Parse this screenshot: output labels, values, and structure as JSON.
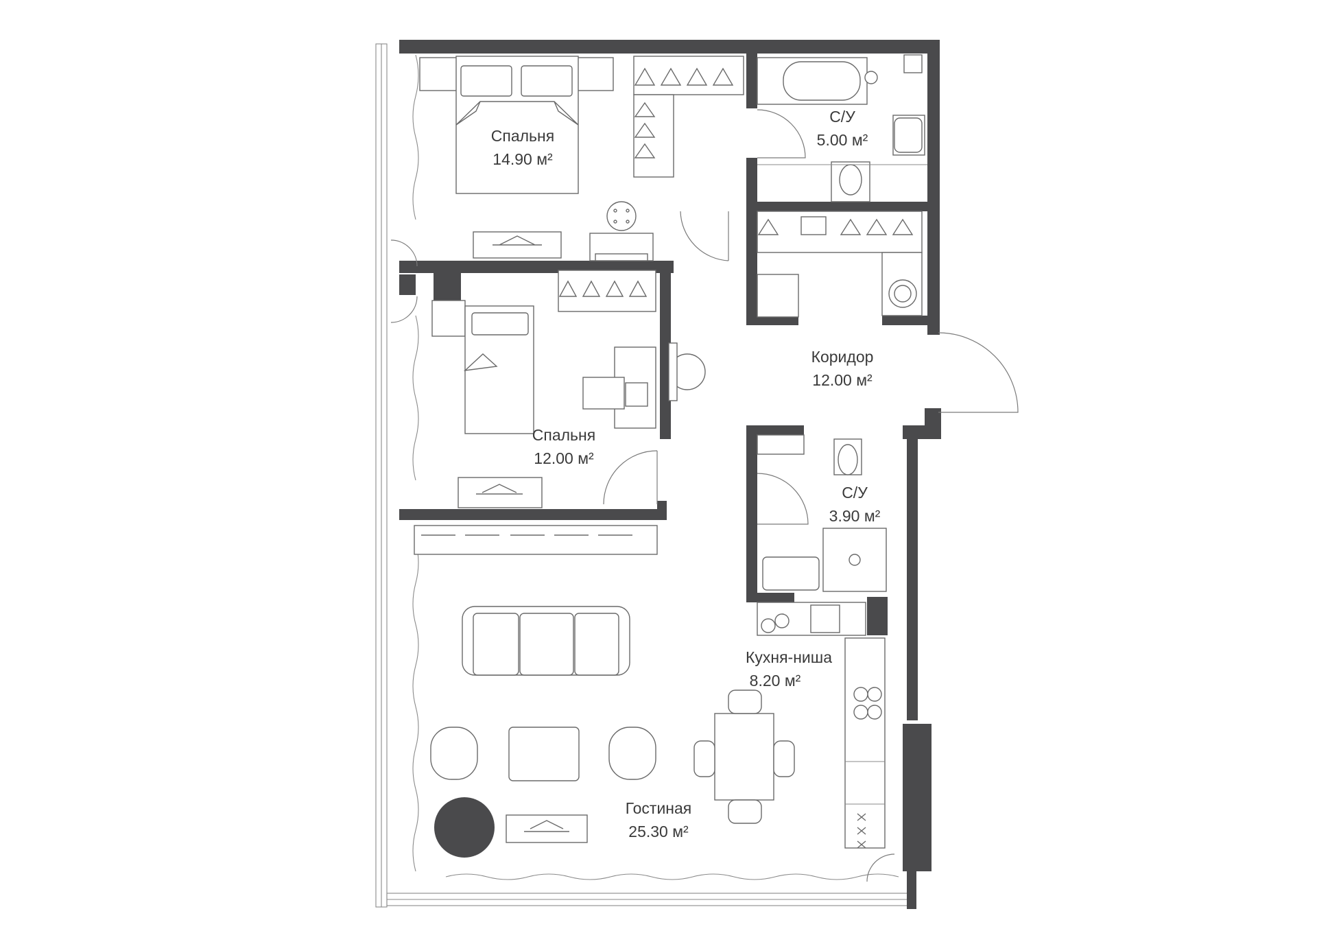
{
  "colors": {
    "wall": "#4a4a4c",
    "line": "#6a6a6a",
    "background": "#ffffff"
  },
  "rooms": {
    "bedroom1": {
      "label": "Спальня",
      "area": "14.90 м²"
    },
    "bathroom1": {
      "label": "С/У",
      "area": "5.00 м²"
    },
    "corridor": {
      "label": "Коридор",
      "area": "12.00 м²"
    },
    "bedroom2": {
      "label": "Спальня",
      "area": "12.00 м²"
    },
    "bathroom2": {
      "label": "С/У",
      "area": "3.90 м²"
    },
    "kitchen": {
      "label": "Кухня-ниша",
      "area": "8.20 м²"
    },
    "living": {
      "label": "Гостиная",
      "area": "25.30 м²"
    }
  }
}
